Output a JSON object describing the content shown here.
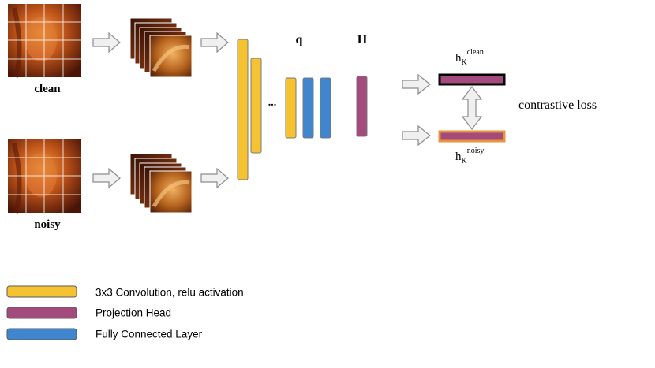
{
  "inputs": {
    "clean_label": "clean",
    "noisy_label": "noisy"
  },
  "network": {
    "ellipsis": "...",
    "q_label": "q",
    "H_label": "H"
  },
  "outputs": {
    "h_base": "h",
    "h_sub": "K",
    "clean_sup": "clean",
    "noisy_sup": "noisy",
    "loss_label": "contrastive loss"
  },
  "legend": {
    "items": [
      {
        "label": "3x3 Convolution, relu activation",
        "color": "#F5C232"
      },
      {
        "label": "Projection Head",
        "color": "#A34B7C"
      },
      {
        "label": "Fully Connected Layer",
        "color": "#3F86CF"
      }
    ]
  },
  "colors": {
    "conv": "#F5C232",
    "projection": "#A34B7C",
    "fc": "#3F86CF",
    "arrow_fill": "#F0F0F0",
    "arrow_stroke": "#8C8C8C",
    "clean_border": "#000000",
    "noisy_border": "#E8943A"
  }
}
